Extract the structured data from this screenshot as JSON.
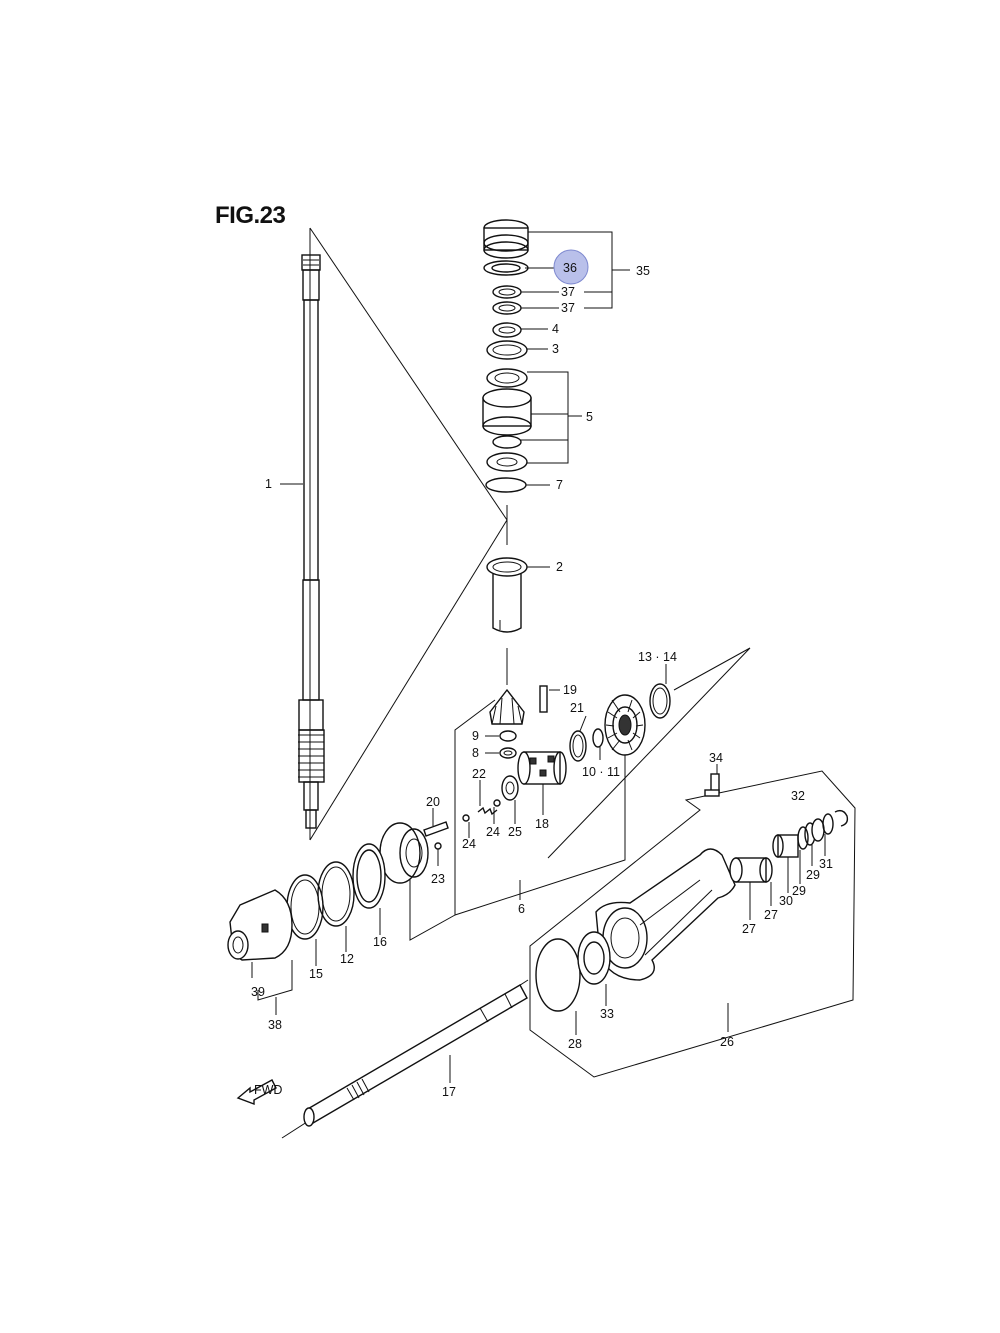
{
  "figure": {
    "title": "FIG.23",
    "highlight_color": "#b9c0ea"
  },
  "callouts": {
    "c1": "1",
    "c2": "2",
    "c3": "3",
    "c4": "4",
    "c5": "5",
    "c6": "6",
    "c7": "7",
    "c8": "8",
    "c9": "9",
    "c10_11": "10 · 11",
    "c12": "12",
    "c13_14": "13 · 14",
    "c15": "15",
    "c16": "16",
    "c17": "17",
    "c18": "18",
    "c19": "19",
    "c20": "20",
    "c21": "21",
    "c22": "22",
    "c23": "23",
    "c24a": "24",
    "c24b": "24",
    "c25": "25",
    "c26": "26",
    "c27a": "27",
    "c27b": "27",
    "c28": "28",
    "c29a": "29",
    "c29b": "29",
    "c30": "30",
    "c31": "31",
    "c32": "32",
    "c33": "33",
    "c34": "34",
    "c35": "35",
    "c36": "36",
    "c37a": "37",
    "c37b": "37",
    "c38": "38",
    "c39": "39"
  },
  "fwd_arrow": {
    "label": "FWD",
    "icon": "forward-arrow-icon"
  }
}
